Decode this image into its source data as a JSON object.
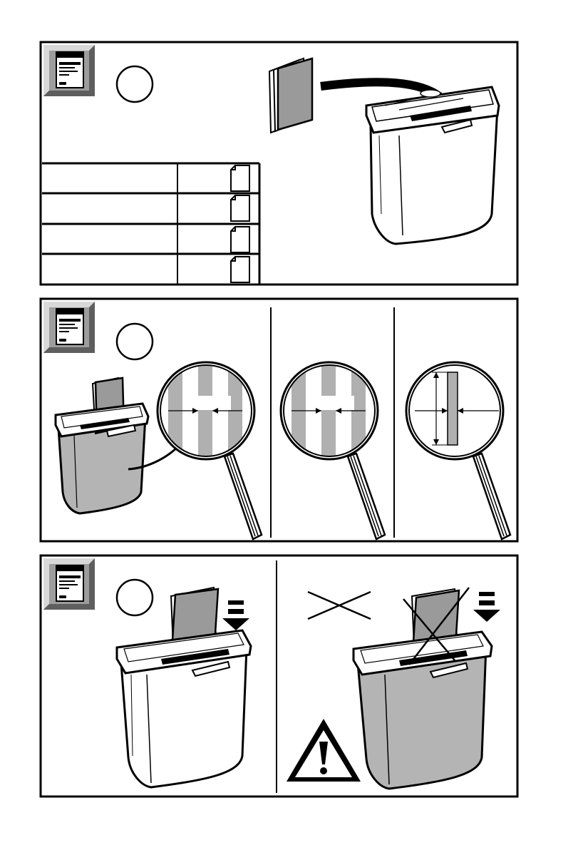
{
  "document": {
    "type": "instruction-manual-illustration",
    "colors": {
      "ink": "#000000",
      "paper": "#ffffff",
      "fill_gray": "#b0b0b0",
      "bin_gray": "#b4b4b4",
      "icon_bevel_dark": "#7a7a7a",
      "icon_bevel_light": "#d8d8d8"
    }
  },
  "panels": [
    {
      "id": "capacity",
      "icons": [
        "manual-book-icon",
        "paper-stack-icon",
        "shredder-icon"
      ],
      "step_number": "",
      "capacity_table": {
        "rows": [
          {
            "label": "",
            "value": "",
            "icon": "paper-sheet-icon"
          },
          {
            "label": "",
            "value": "",
            "icon": "paper-sheet-icon"
          },
          {
            "label": "",
            "value": "",
            "icon": "paper-sheet-icon"
          },
          {
            "label": "",
            "value": "",
            "icon": "paper-sheet-icon"
          }
        ]
      }
    },
    {
      "id": "cut-types",
      "icons": [
        "manual-book-icon",
        "shredder-icon",
        "magnifier-icon"
      ],
      "step_number": "",
      "magnifiers": [
        {
          "icon": "strip-cut-icon",
          "width_label": ""
        },
        {
          "icon": "strip-cut-icon",
          "width_label": ""
        },
        {
          "icon": "cross-cut-icon",
          "width_label": "",
          "length_label": ""
        }
      ]
    },
    {
      "id": "bin-full",
      "icons": [
        "manual-book-icon",
        "shredder-icon",
        "insert-arrow-icon",
        "warning-icon",
        "cross-out-icon"
      ],
      "step_number": ""
    }
  ]
}
